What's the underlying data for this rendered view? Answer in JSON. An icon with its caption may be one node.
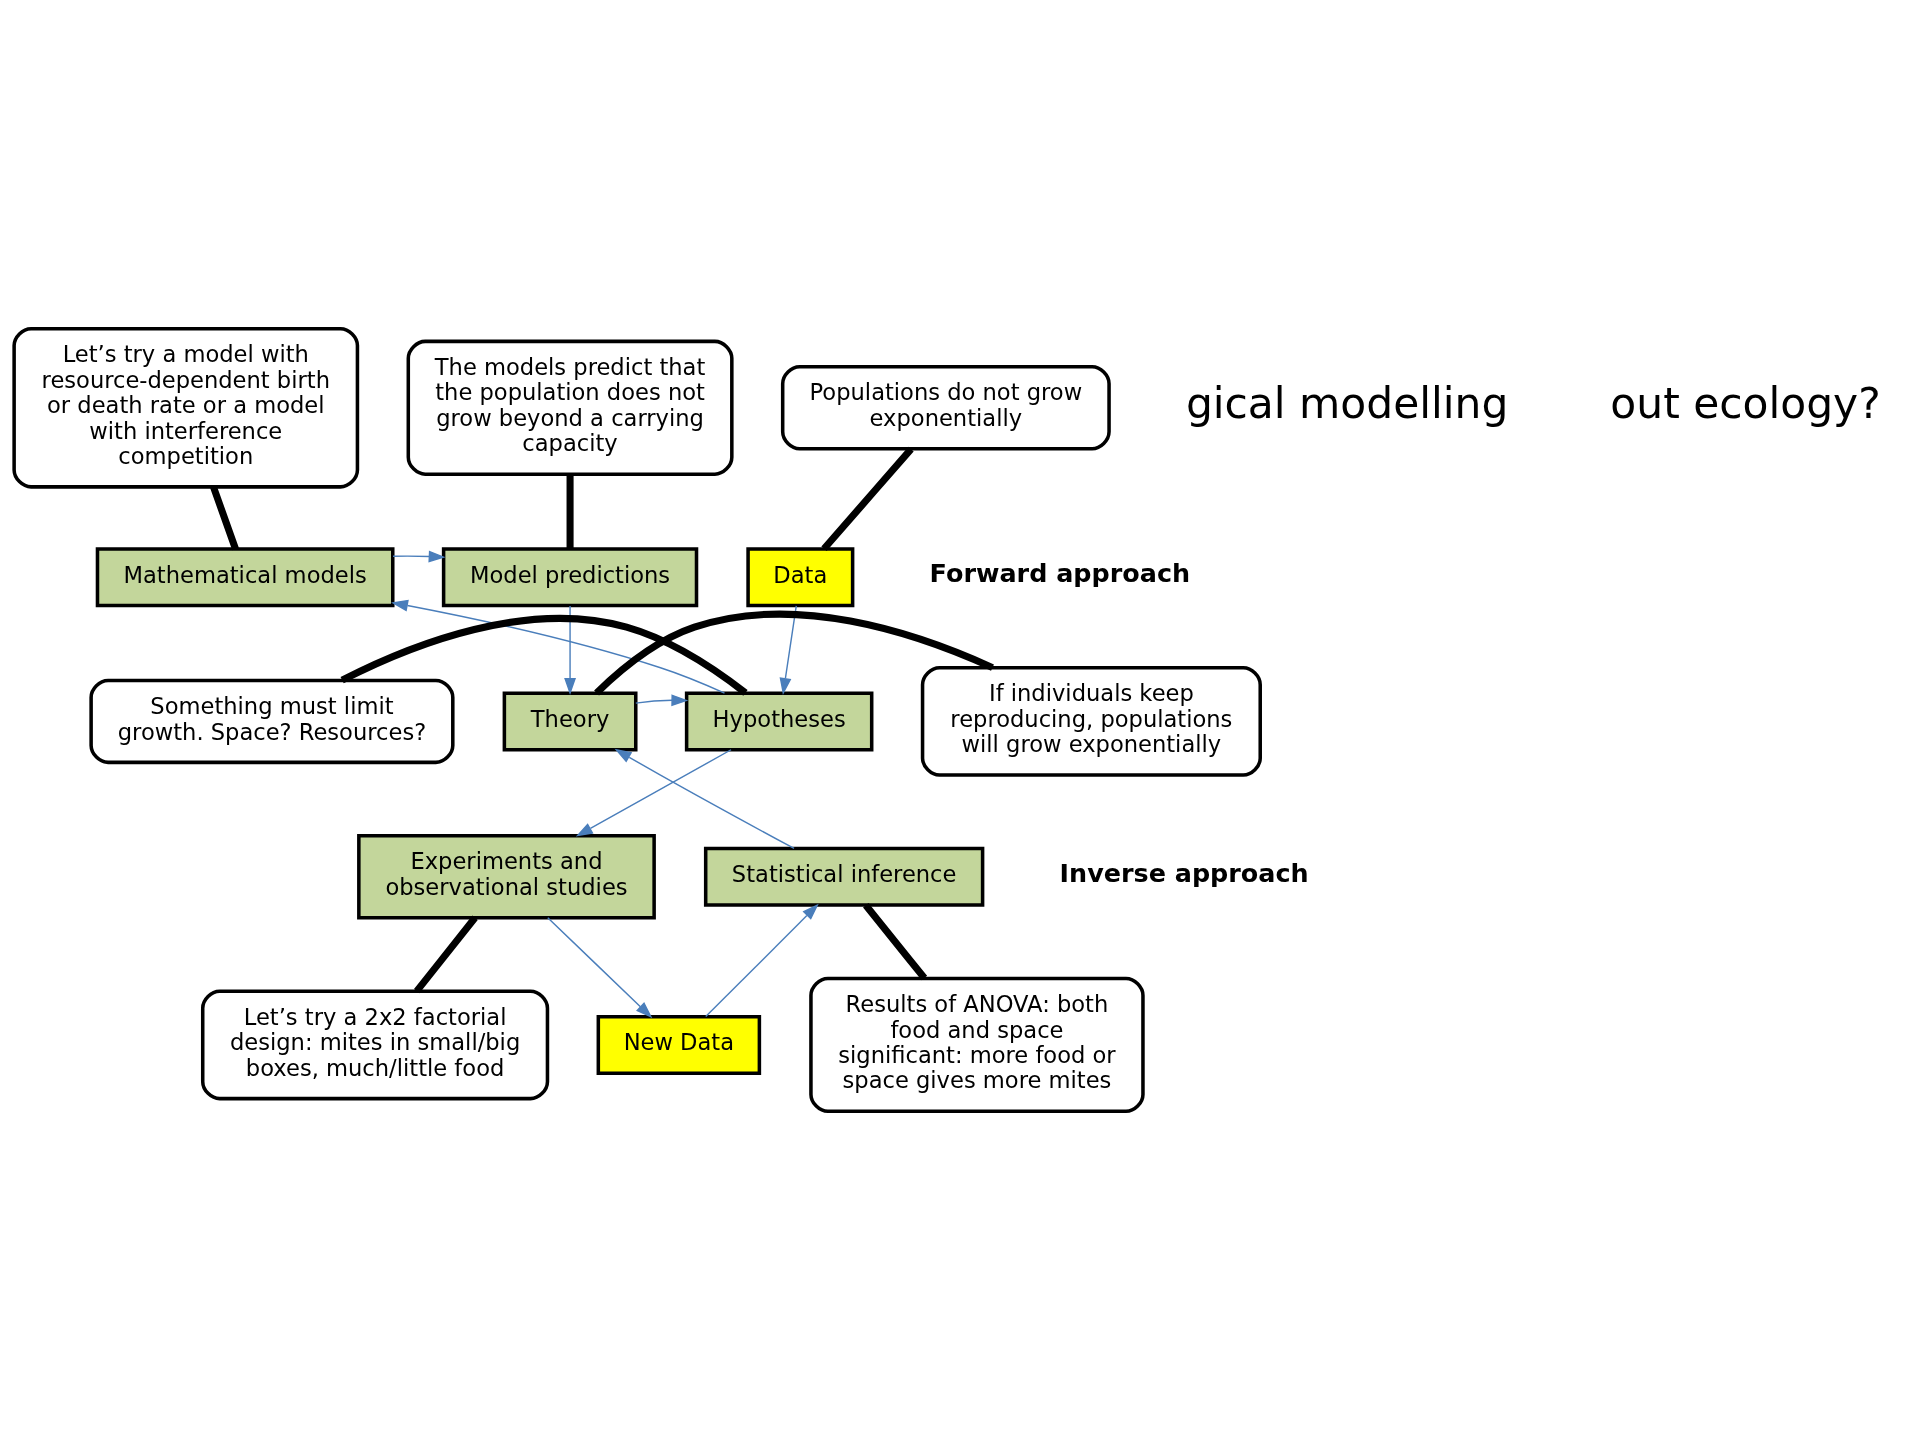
{
  "diagram": {
    "nodes": [
      {
        "text": [
          "Mathematical models"
        ]
      },
      {
        "text": [
          "Model predictions"
        ]
      },
      {
        "text": [
          "Data"
        ]
      },
      {
        "text": [
          "Hypotheses"
        ]
      },
      {
        "text": [
          "Theory"
        ]
      },
      {
        "text": [
          "Experiments and observational studies"
        ]
      },
      {
        "text": [
          "Statistical inference"
        ]
      },
      {
        "text": [
          "New Data"
        ]
      },
      {
        "text": [
          "Let’s try a model with resource-dependent birth or death rate or a model with interference competition"
        ]
      },
      {
        "text": [
          "The models predict that the population does not grow beyond a carrying capacity"
        ]
      },
      {
        "text": [
          "Populations do not grow exponentially"
        ]
      },
      {
        "text": [
          "Something must limit growth. Space? Resources?"
        ]
      },
      {
        "text": [
          "If individuals keep reproducing, populations will grow exponentially"
        ]
      },
      {
        "text": [
          "Let’s try a 2x2 factorial design: mites in small/big boxes, much/little food"
        ]
      },
      {
        "text": [
          "Results of ANOVA: both food and space significant: more food or space gives more mites"
        ]
      }
    ],
    "edges": [
      {
        "from": 0,
        "to": 1,
        "arrow": "to"
      },
      {
        "from": 1,
        "to": 4,
        "arrow": "to"
      },
      {
        "from": 2,
        "to": 3,
        "arrow": "to"
      },
      {
        "from": 4,
        "to": 3,
        "arrow": "to"
      },
      {
        "from": 3,
        "to": 0,
        "arrow": "to"
      },
      {
        "from": 3,
        "to": 5,
        "arrow": "to"
      },
      {
        "from": 5,
        "to": 7,
        "arrow": "to"
      },
      {
        "from": 7,
        "to": 6,
        "arrow": "to"
      },
      {
        "from": 6,
        "to": 4,
        "arrow": "to"
      },
      {
        "from": 8,
        "to": 0,
        "arrow": "none",
        "style": "thick",
        "color": "#000000"
      },
      {
        "from": 9,
        "to": 1,
        "arrow": "none",
        "style": "thick",
        "color": "#000000"
      },
      {
        "from": 10,
        "to": 2,
        "arrow": "none",
        "style": "thick",
        "color": "#000000"
      },
      {
        "from": 11,
        "to": 3,
        "arrow": "none",
        "style": "thick",
        "color": "#000000"
      },
      {
        "from": 12,
        "to": 4,
        "arrow": "none",
        "style": "thick",
        "color": "#000000"
      },
      {
        "from": 13,
        "to": 5,
        "arrow": "none",
        "style": "thick",
        "color": "#000000"
      },
      {
        "from": 14,
        "to": 6,
        "arrow": "none",
        "style": "thick",
        "color": "#000000"
      }
    ],
    "labels": [
      "gical modelling",
      "out ecology?",
      "Forward approach",
      "Inverse approach"
    ]
  }
}
